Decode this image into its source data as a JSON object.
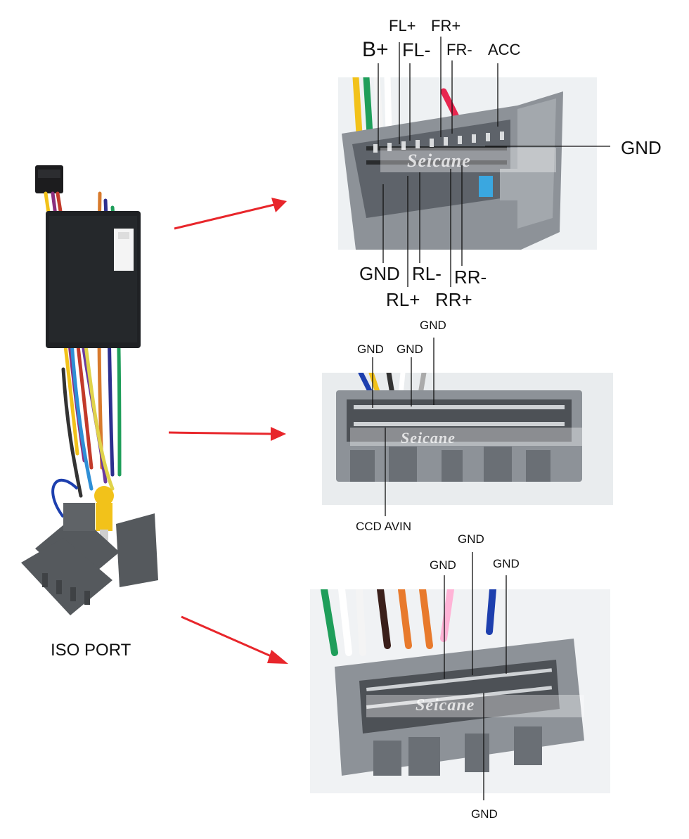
{
  "harness": {
    "caption": "ISO PORT"
  },
  "top_connector": {
    "watermark": "Seicane",
    "labels": {
      "fl_plus": "FL+",
      "fr_plus": "FR+",
      "b_plus": "B+",
      "fl_minus": "FL-",
      "fr_minus": "FR-",
      "acc": "ACC",
      "gnd_right": "GND",
      "gnd_bottom": "GND",
      "rl_minus": "RL-",
      "rr_minus": "RR-",
      "rl_plus": "RL+",
      "rr_plus": "RR+"
    }
  },
  "middle_connector": {
    "watermark": "Seicane",
    "labels": {
      "gnd_top": "GND",
      "gnd_1": "GND",
      "gnd_2": "GND",
      "ccd_avin": "CCD AVIN"
    }
  },
  "bottom_connector": {
    "watermark": "Seicane",
    "labels": {
      "gnd_top": "GND",
      "gnd_left": "GND",
      "gnd_right": "GND",
      "gnd_bottom": "GND"
    }
  },
  "colors": {
    "arrow": "#e8262b",
    "connector_gray": "#8d9298",
    "housing_dark": "#1f2124",
    "plug_gray": "#55595d"
  }
}
